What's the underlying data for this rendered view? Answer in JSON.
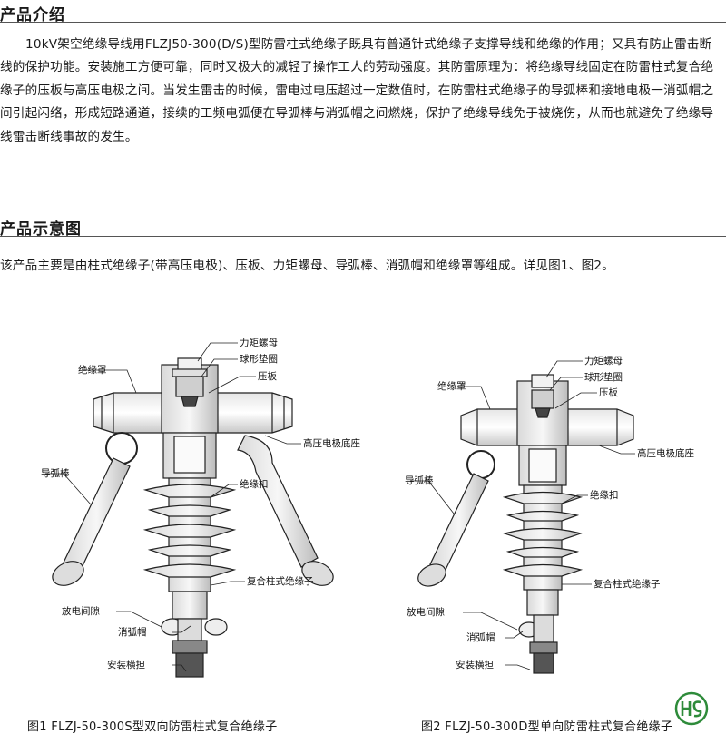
{
  "section1": {
    "title": "产品介绍",
    "text": "10kV架空绝缘导线用FLZJ50-300(D/S)型防雷柱式绝缘子既具有普通针式绝缘子支撑导线和绝缘的作用；又具有防止雷击断线的保护功能。安装施工方便可靠，同时又极大的减轻了操作工人的劳动强度。其防雷原理为：将绝缘导线固定在防雷柱式复合绝缘子的压板与高压电极之间。当发生雷击的时候，雷电过电压超过一定数值时，在防雷柱式绝缘子的导弧棒和接地电极一消弧帽之间引起闪络，形成短路通道，接续的工频电弧便在导弧棒与消弧帽之间燃烧，保护了绝缘导线免于被烧伤，从而也就避免了绝缘导线雷击断线事故的发生。"
  },
  "section2": {
    "title": "产品示意图",
    "text": "该产品主要是由柱式绝缘子(带高压电极)、压板、力矩螺母、导弧棒、消弧帽和绝缘罩等组成。详见图1、图2。"
  },
  "figure1": {
    "caption": "图1 FLZJ-50-300S型双向防雷柱式复合绝缘子",
    "labels": {
      "torque_nut": "力矩螺母",
      "ball_washer": "球形垫圈",
      "clamp_plate": "压板",
      "insulating_cover": "绝缘罩",
      "hv_electrode_base": "高压电极底座",
      "arc_rod": "导弧棒",
      "insulating_buckle": "绝缘扣",
      "composite_insulator": "复合柱式绝缘子",
      "discharge_gap": "放电间隙",
      "arc_cap": "消弧帽",
      "cross_arm": "安装横担"
    }
  },
  "figure2": {
    "caption": "图2 FLZJ-50-300D型单向防雷柱式复合绝缘子",
    "labels": {
      "torque_nut": "力矩螺母",
      "ball_washer": "球形垫圈",
      "clamp_plate": "压板",
      "insulating_cover": "绝缘罩",
      "hv_electrode_base": "高压电极底座",
      "arc_rod": "导弧棒",
      "insulating_buckle": "绝缘扣",
      "composite_insulator": "复合柱式绝缘子",
      "discharge_gap": "放电间隙",
      "arc_cap": "消弧帽",
      "cross_arm": "安装横担"
    }
  },
  "logo": {
    "text": "HS",
    "color": "#2e8b3a"
  }
}
